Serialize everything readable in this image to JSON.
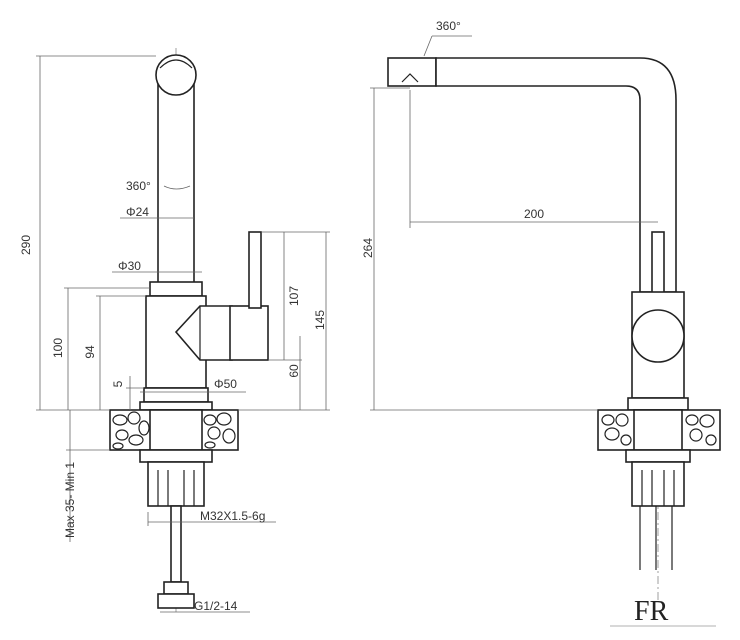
{
  "side_view": {
    "dim_height_total": "290",
    "dim_rotation": "360°",
    "dim_spout_diameter": "Φ24",
    "dim_body_upper_diameter": "Φ30",
    "dim_body_height": "100",
    "dim_handle_center": "94",
    "dim_lever_top": "107",
    "dim_lever_total": "145",
    "dim_lever_bottom": "60",
    "dim_base_gap": "5",
    "dim_base_diameter": "Φ50",
    "dim_worktop_thickness": "Max 35- Min 1",
    "dim_thread": "M32X1.5-6g",
    "dim_hose_connector": "G1/2-14"
  },
  "front_view": {
    "dim_rotation": "360°",
    "dim_spout_reach": "200",
    "dim_height": "264"
  },
  "brand_logo": {
    "text": "FR"
  }
}
